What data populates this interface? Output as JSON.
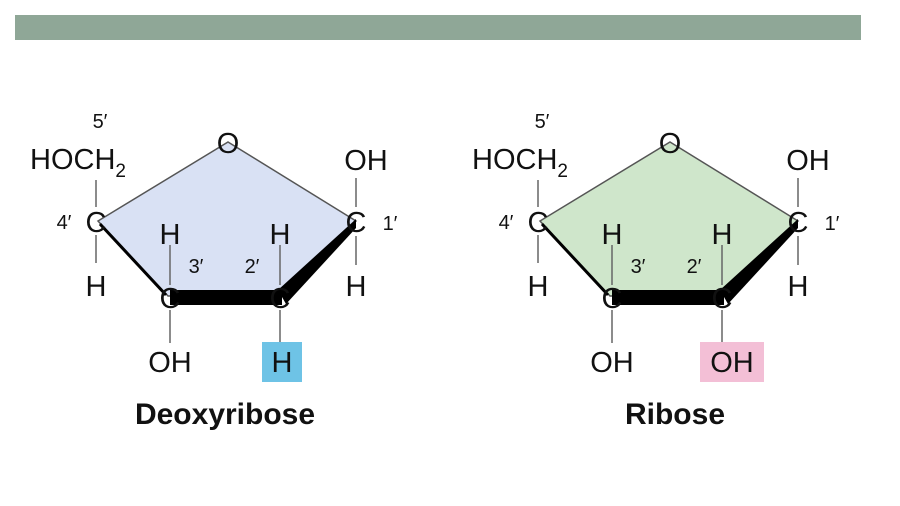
{
  "slide": {
    "header_color": "#8fa797"
  },
  "deoxyribose": {
    "name": "Deoxyribose",
    "ring_fill": "#d9e1f4",
    "highlight_color": "#6ec3e6",
    "labels": {
      "o": "O",
      "hoc": "HOCH",
      "h2": "2",
      "c5prime": "5′",
      "c4": "C",
      "c4prime": "4′",
      "c4h": "H",
      "c3": "C",
      "c3h": "H",
      "c3prime": "3′",
      "c3oh": "OH",
      "c2": "C",
      "c2h": "H",
      "c2prime": "2′",
      "c2sub": "H",
      "c1": "C",
      "c1prime": "1′",
      "c1oh": "OH",
      "c1h": "H"
    }
  },
  "ribose": {
    "name": "Ribose",
    "ring_fill": "#cfe6cb",
    "highlight_color": "#f3bfd6",
    "labels": {
      "o": "O",
      "hoc": "HOCH",
      "h2": "2",
      "c5prime": "5′",
      "c4": "C",
      "c4prime": "4′",
      "c4h": "H",
      "c3": "C",
      "c3h": "H",
      "c3prime": "3′",
      "c3oh": "OH",
      "c2": "C",
      "c2h": "H",
      "c2prime": "2′",
      "c2sub": "OH",
      "c1": "C",
      "c1prime": "1′",
      "c1oh": "OH",
      "c1h": "H"
    }
  }
}
